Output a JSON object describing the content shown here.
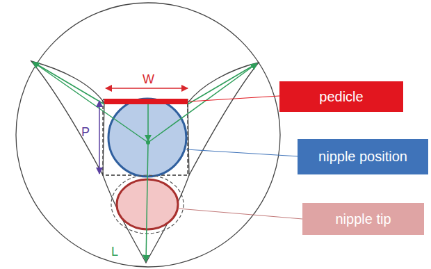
{
  "diagram": {
    "nodes": [
      {
        "text": [
          "pedicle"
        ]
      },
      {
        "text": [
          "nipple position"
        ]
      },
      {
        "text": [
          "nipple tip"
        ]
      }
    ],
    "labels": [
      "W",
      "P",
      "L"
    ]
  }
}
